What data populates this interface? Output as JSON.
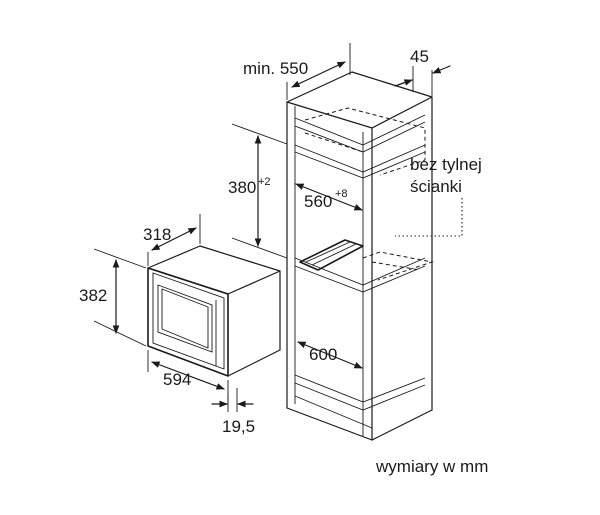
{
  "dimensions": {
    "cabinet_width": "min. 550",
    "cabinet_offset": "45",
    "niche_height": "380",
    "niche_height_tol": "+2",
    "niche_width": "560",
    "niche_width_tol": "+8",
    "no_back_wall_line1": "bez tylnej",
    "no_back_wall_line2": "ścianki",
    "depth_318": "318",
    "height_382": "382",
    "width_594": "594",
    "frame_19_5": "19,5",
    "depth_600": "600"
  },
  "note": "wymiary w mm"
}
